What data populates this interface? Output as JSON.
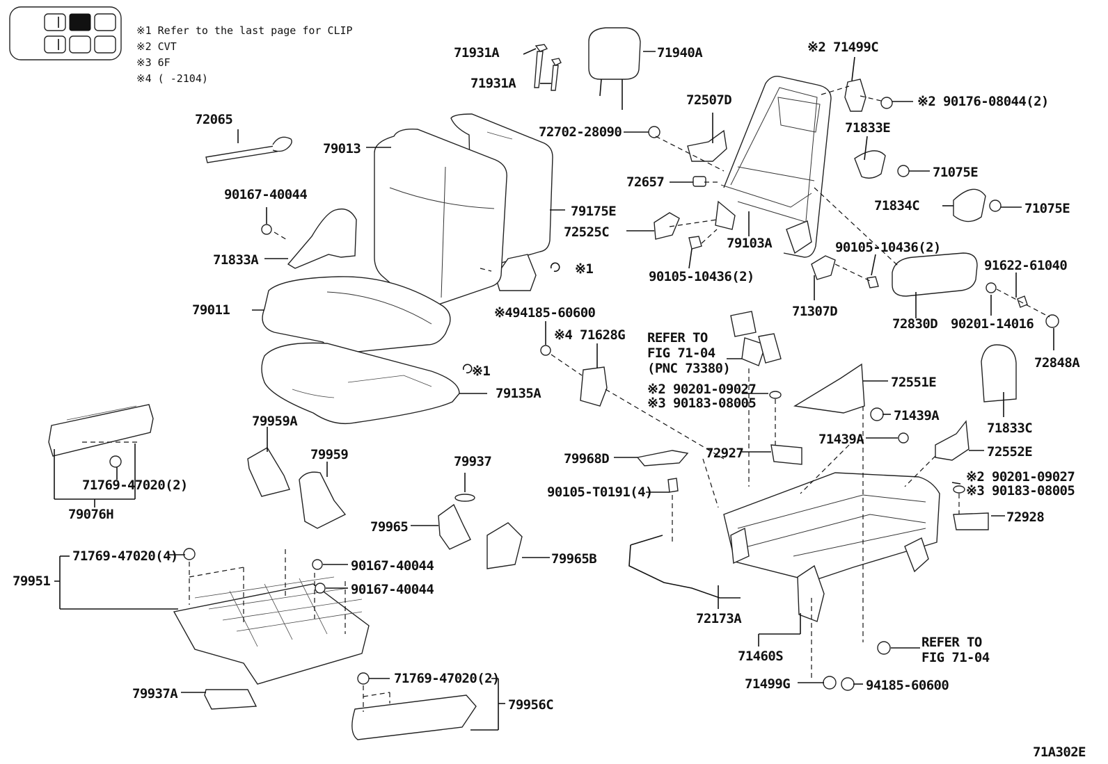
{
  "notes": [
    "※1 Refer to the last page for CLIP",
    "※2 CVT",
    "※3 6F",
    "※4 (      -2104)"
  ],
  "figure_id": "71A302E",
  "refer_upper": [
    "REFER TO",
    "FIG 71-04",
    "(PNC 73380)"
  ],
  "refer_lower": [
    "REFER TO",
    "FIG 71-04"
  ],
  "labels": {
    "p71931A_1": "71931A",
    "p71931A_2": "71931A",
    "p71940A": "71940A",
    "p71499C": "※2 71499C",
    "p90176": "※2 90176-08044(2)",
    "p72507D": "72507D",
    "p72702": "72702-28090",
    "p71833E": "71833E",
    "p71075E_1": "71075E",
    "p71075E_2": "71075E",
    "p71834C": "71834C",
    "p72065": "72065",
    "p79013": "79013",
    "p72657": "72657",
    "p90167_a": "90167-40044",
    "p79175E": "79175E",
    "p72525C": "72525C",
    "p79103A": "79103A",
    "p90105_a": "90105-10436(2)",
    "p90105_b": "90105-10436(2)",
    "p91622": "91622-61040",
    "p71833A": "71833A",
    "clip1_a": "※1",
    "p71307D": "71307D",
    "p72830D": "72830D",
    "p90201_14016": "90201-14016",
    "p79011": "79011",
    "p94185_a": "※494185-60600",
    "p71628G": "※4 71628G",
    "p72848A": "72848A",
    "clip1_b": "※1",
    "p79135A": "79135A",
    "p90201_09027_a": "※2 90201-09027",
    "p90183_a": "※3 90183-08005",
    "p72551E": "72551E",
    "p71833C": "71833C",
    "p79959A": "79959A",
    "p71439A_1": "71439A",
    "p71439A_2": "71439A",
    "p72552E": "72552E",
    "p79959": "79959",
    "p79937": "79937",
    "p79968D": "79968D",
    "p72927": "72927",
    "p71769_2": "71769-47020(2)",
    "p90201_09027_b": "※2 90201-09027",
    "p90183_b": "※3 90183-08005",
    "p90105_T": "90105-T0191(4)",
    "p79076H": "79076H",
    "p79965": "79965",
    "p72928": "72928",
    "p71769_4": "71769-47020(4)",
    "p79965B": "79965B",
    "p90167_b": "90167-40044",
    "p79951": "79951",
    "p90167_c": "90167-40044",
    "p72173A": "72173A",
    "p71460S": "71460S",
    "p71769_2b": "71769-47020(2)",
    "p71499G": "71499G",
    "p94185_b": "94185-60600",
    "p79937A": "79937A",
    "p79956C": "79956C"
  }
}
